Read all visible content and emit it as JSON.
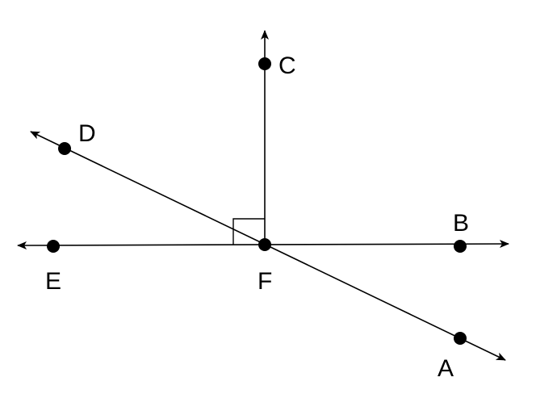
{
  "points": {
    "A": "A",
    "B": "B",
    "C": "C",
    "D": "D",
    "E": "E",
    "F": "F"
  },
  "colors": {
    "ink": "#000000",
    "background": "#ffffff"
  }
}
